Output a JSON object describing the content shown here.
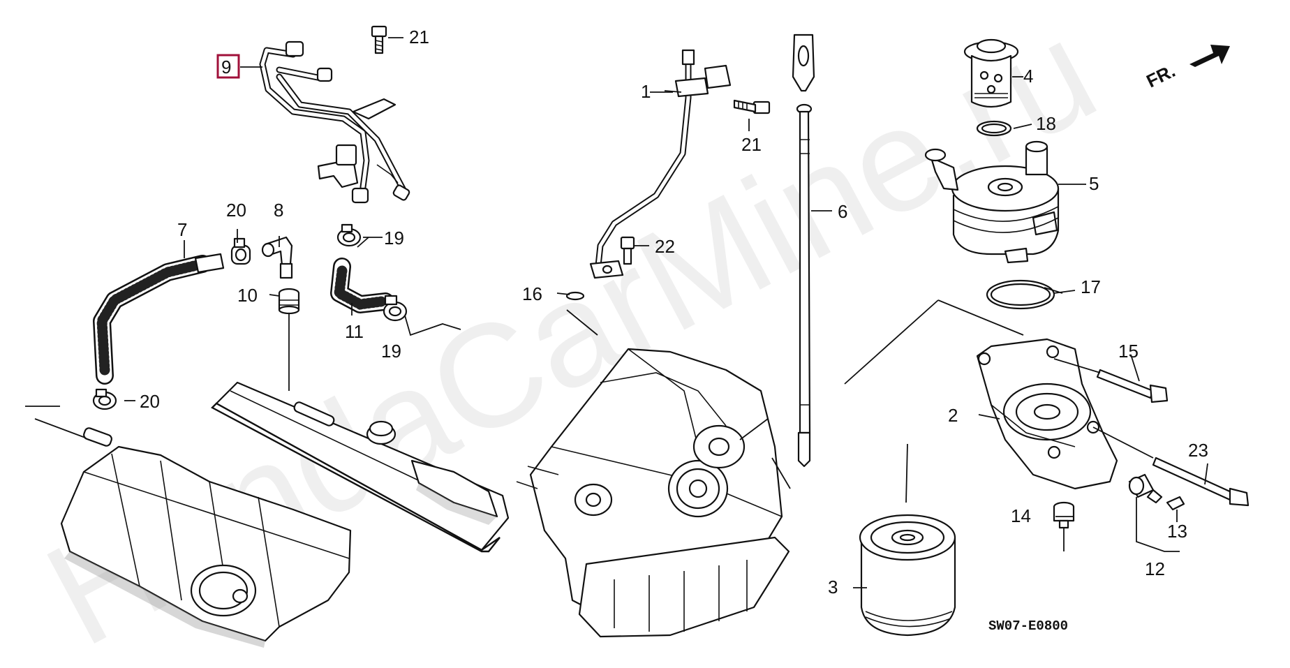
{
  "diagram": {
    "watermark": "HondaCarMine.ru",
    "code": "SW07-E0800",
    "direction_label": "FR.",
    "highlighted_part": "9",
    "callouts": {
      "c1": "1",
      "c2": "2",
      "c3": "3",
      "c4": "4",
      "c5": "5",
      "c6": "6",
      "c7": "7",
      "c8": "8",
      "c9": "9",
      "c10": "10",
      "c11": "11",
      "c12": "12",
      "c13": "13",
      "c14": "14",
      "c15": "15",
      "c16": "16",
      "c17": "17",
      "c18": "18",
      "c19a": "19",
      "c19b": "19",
      "c20a": "20",
      "c20b": "20",
      "c21a": "21",
      "c21b": "21",
      "c22": "22",
      "c23": "23"
    }
  }
}
